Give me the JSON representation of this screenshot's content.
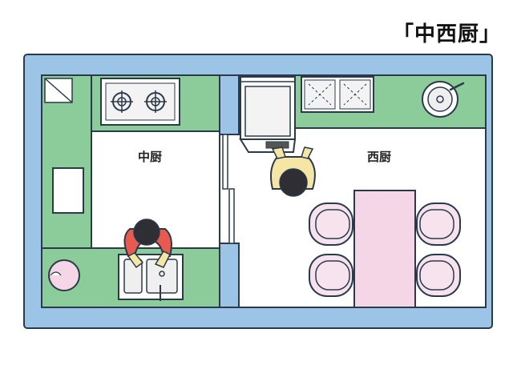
{
  "title": "「中西厨」",
  "rooms": {
    "chinese_kitchen": "中厨",
    "western_kitchen": "西厨"
  },
  "colors": {
    "wall": "#9CC4E6",
    "outline": "#2B3A4A",
    "counter": "#8CCB9A",
    "floor": "#FFFFFF",
    "table": "#F4D6E6",
    "chair": "#F7E3EE",
    "person_red": "#E85A4F",
    "person_yellow": "#F6E6A6",
    "hair": "#2E2E34"
  },
  "icons": {
    "stove": "gas-stove-icon",
    "sink": "sink-icon",
    "dishwasher": "dishwasher-icon",
    "cooktop": "induction-cooktop-icon",
    "round_sink": "round-bar-sink-icon"
  }
}
